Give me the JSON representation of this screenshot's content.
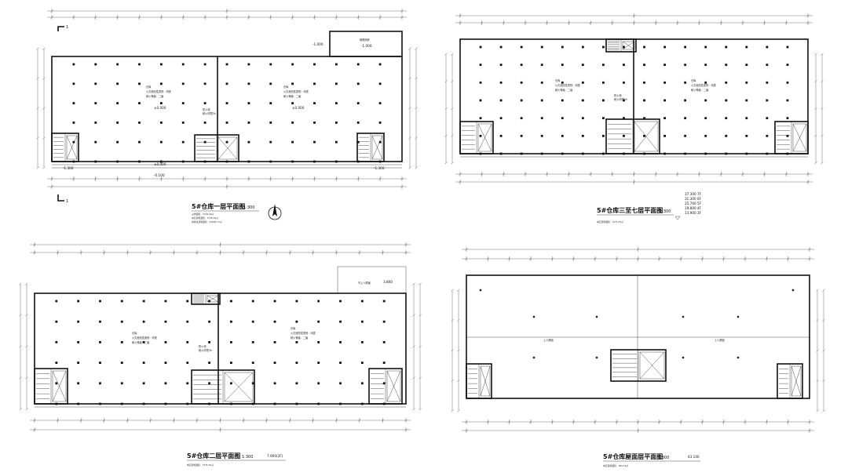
{
  "plans": [
    {
      "id": "plan-1f",
      "title": "5#仓库一层平面图",
      "scale": "1:300",
      "notes": [
        "占地面积：3746.39㎡",
        "本层建筑面积：3746.39㎡",
        "单体总建筑面积：23696.73㎡"
      ],
      "room_label": "仓库",
      "room_lines": [
        "火灾危险性类别：丙类",
        "耐火等级：二级"
      ],
      "firewall_lines": [
        "防火墙",
        "耐火时限3h"
      ],
      "elevations": [
        "±0.000",
        "-1.300",
        "-0.100"
      ],
      "annex_label": "管理用房",
      "annex_elev": "-1.000",
      "section_marks": [
        "1",
        "1"
      ]
    },
    {
      "id": "plan-3-7f",
      "title": "5#仓库三至七层平面图",
      "scale": "1:300",
      "notes": [
        "本层建筑面积：3376.35㎡"
      ],
      "room_label": "仓库",
      "room_lines": [
        "火灾危险性类别：丙类",
        "耐火等级：二级"
      ],
      "firewall_lines": [
        "防火墙",
        "耐火时限3h"
      ],
      "floor_elevs": [
        {
          "value": "37.300",
          "floor": "7F"
        },
        {
          "value": "31.300",
          "floor": "6F"
        },
        {
          "value": "25.700",
          "floor": "5F"
        },
        {
          "value": "19.800",
          "floor": "4F"
        },
        {
          "value": "13.900",
          "floor": "3F"
        }
      ]
    },
    {
      "id": "plan-2f",
      "title": "5#仓库二层平面图",
      "scale": "1:300",
      "level": "7.900(2F)",
      "notes": [
        "本层建筑面积：3376.35㎡"
      ],
      "room_label": "仓库",
      "room_lines": [
        "火灾危险性类别：丙类",
        "耐火等级：二级"
      ],
      "firewall_lines": [
        "防火墙",
        "耐火时限3h"
      ],
      "roof_note": "不上人屋面",
      "roof_elev": "3.800"
    },
    {
      "id": "plan-roof",
      "title": "5#仓库屋面层平面图",
      "scale": "1:300",
      "level": "43.100",
      "notes": [
        "本层建筑面积：384.16㎡"
      ],
      "roof_label": "上人屋面"
    }
  ]
}
